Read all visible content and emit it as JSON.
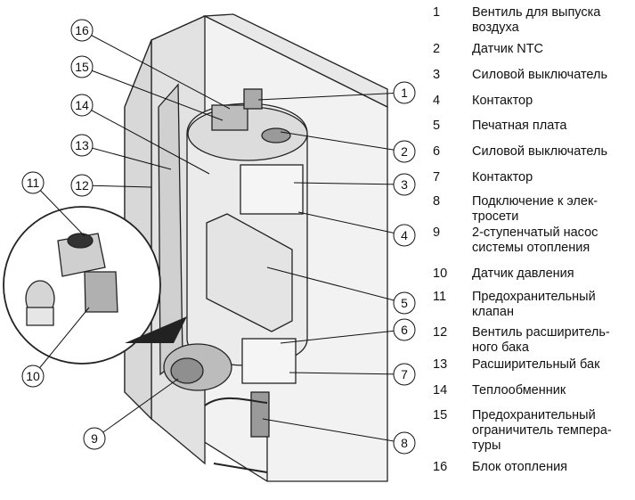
{
  "callouts": [
    {
      "num": "1"
    },
    {
      "num": "2"
    },
    {
      "num": "3"
    },
    {
      "num": "4"
    },
    {
      "num": "5"
    },
    {
      "num": "6"
    },
    {
      "num": "7"
    },
    {
      "num": "8"
    },
    {
      "num": "9"
    },
    {
      "num": "10"
    },
    {
      "num": "11"
    },
    {
      "num": "12"
    },
    {
      "num": "13"
    },
    {
      "num": "14"
    },
    {
      "num": "15"
    },
    {
      "num": "16"
    }
  ],
  "legend": [
    {
      "num": "1",
      "text": "Вентиль для выпуска\nвоздуха"
    },
    {
      "num": "2",
      "text": "Датчик NTC"
    },
    {
      "num": "3",
      "text": "Силовой выключатель"
    },
    {
      "num": "4",
      "text": "Контактор"
    },
    {
      "num": "5",
      "text": "Печатная плата"
    },
    {
      "num": "6",
      "text": "Силовой выключатель"
    },
    {
      "num": "7",
      "text": "Контактор"
    },
    {
      "num": "8",
      "text": "Подключение к элек-\nтросети"
    },
    {
      "num": "9",
      "text": "2-ступенчатый насос\nсистемы отопления"
    },
    {
      "num": "10",
      "text": "Датчик давления"
    },
    {
      "num": "11",
      "text": "Предохранительный\nклапан"
    },
    {
      "num": "12",
      "text": "Вентиль расширитель-\nного бака"
    },
    {
      "num": "13",
      "text": "Расширительный бак"
    },
    {
      "num": "14",
      "text": "Теплообменник"
    },
    {
      "num": "15",
      "text": "Предохранительный\nограничитель темпера-\nтуры"
    },
    {
      "num": "16",
      "text": "Блок отопления"
    }
  ]
}
